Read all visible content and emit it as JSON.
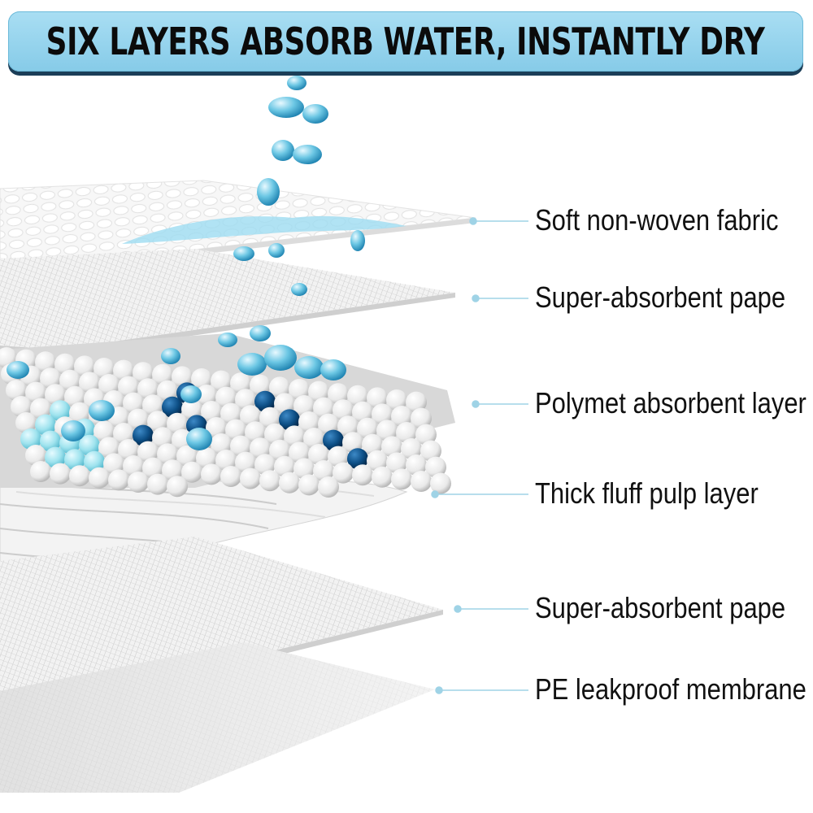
{
  "header": {
    "title": "SIX LAYERS ABSORB WATER, INSTANTLY DRY"
  },
  "layers": [
    {
      "label": "Soft non-woven fabric"
    },
    {
      "label": "Super-absorbent pape"
    },
    {
      "label": "Polymet absorbent layer"
    },
    {
      "label": "Thick fluff pulp layer"
    },
    {
      "label": "Super-absorbent pape"
    },
    {
      "label": "PE leakproof membrane"
    }
  ],
  "colors": {
    "banner": "#8fd0ec",
    "accent": "#4aa8cf",
    "dark_bead": "#0d4f86",
    "light_bead": "#9fe3ee",
    "leader": "#9fd3e6"
  }
}
